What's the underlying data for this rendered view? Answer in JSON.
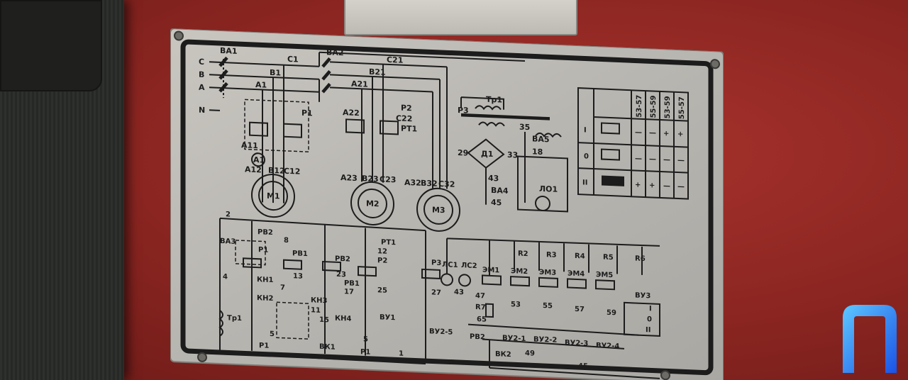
{
  "top_labels": {
    "C": "C",
    "B": "B",
    "A": "A",
    "N": "N",
    "BA1": "ВА1",
    "C1": "С1",
    "B1": "В1",
    "A1": "А1",
    "P1": "Р1",
    "A11": "А11",
    "AM": "А1",
    "A12": "А12",
    "B12": "В12",
    "C12": "С12",
    "M1": "М1",
    "BA2": "ВА2",
    "C21": "С21",
    "B21": "В21",
    "A21": "А21",
    "TP1": "Тр1",
    "P2": "Р2",
    "C22": "С22",
    "A22": "А22",
    "PT1": "РТ1",
    "P3": "Р3",
    "A23": "А23",
    "B23": "В23",
    "C23": "С23",
    "M2": "М2",
    "A32": "А32",
    "B32": "В32",
    "C32": "С32",
    "M3": "М3",
    "D1": "Д1",
    "n29": "29",
    "n33": "33",
    "n43": "43",
    "BA4": "ВА4",
    "n45": "45",
    "n35": "35",
    "BA5": "ВА5",
    "n18": "18",
    "LO1": "ЛО1"
  },
  "table": {
    "headers": [
      "53-57",
      "55-59",
      "53-59",
      "55-57"
    ],
    "rows": [
      {
        "label": "I",
        "values": [
          "—",
          "—",
          "+",
          "+"
        ]
      },
      {
        "label": "0",
        "values": [
          "—",
          "—",
          "—",
          "—"
        ]
      },
      {
        "label": "II",
        "values": [
          "+",
          "+",
          "—",
          "—"
        ]
      }
    ]
  },
  "bottom_labels": {
    "n2": "2",
    "RV2": "РВ2",
    "n8": "8",
    "BA3": "ВА3",
    "P1": "Р1",
    "RV1": "РВ1",
    "n13": "13",
    "n4": "4",
    "KN1": "КН1",
    "n7": "7",
    "KN2": "КН2",
    "KN3": "КН3",
    "n11": "11",
    "n15": "15",
    "KN4": "КН4",
    "TP1": "Тр1",
    "n5": "5",
    "P1b": "Р1",
    "VK1": "ВК1",
    "RV2b": "РВ2",
    "n23": "23",
    "RV1b": "РВ1",
    "n17": "17",
    "PT1": "РТ1",
    "n12": "12",
    "P2": "Р2",
    "n25": "25",
    "VU1": "ВУ1",
    "n5b": "5",
    "P1c": "Р1",
    "n1": "1",
    "P3": "Р3",
    "n27": "27",
    "VU25": "ВУ2-5",
    "LS1": "ЛС1",
    "LS2": "ЛС2",
    "n43": "43",
    "EM1": "ЭМ1",
    "R2": "R2",
    "EM2": "ЭМ2",
    "R3": "R3",
    "EM3": "ЭМ3",
    "R4": "R4",
    "EM4": "ЭМ4",
    "R5": "R5",
    "EM5": "ЭМ5",
    "R6": "R6",
    "n47": "47",
    "R7": "R7",
    "n65": "65",
    "n53": "53",
    "n55": "55",
    "n57": "57",
    "n59": "59",
    "VU3": "ВУ3",
    "VU3_I": "I",
    "VU3_0": "0",
    "VU3_II": "II",
    "RV2c": "РВ2",
    "VU21": "ВУ2-1",
    "VU22": "ВУ2-2",
    "VU23": "ВУ2-3",
    "VU24": "ВУ2-4",
    "VK2": "ВК2",
    "n49": "49",
    "n45": "45"
  }
}
